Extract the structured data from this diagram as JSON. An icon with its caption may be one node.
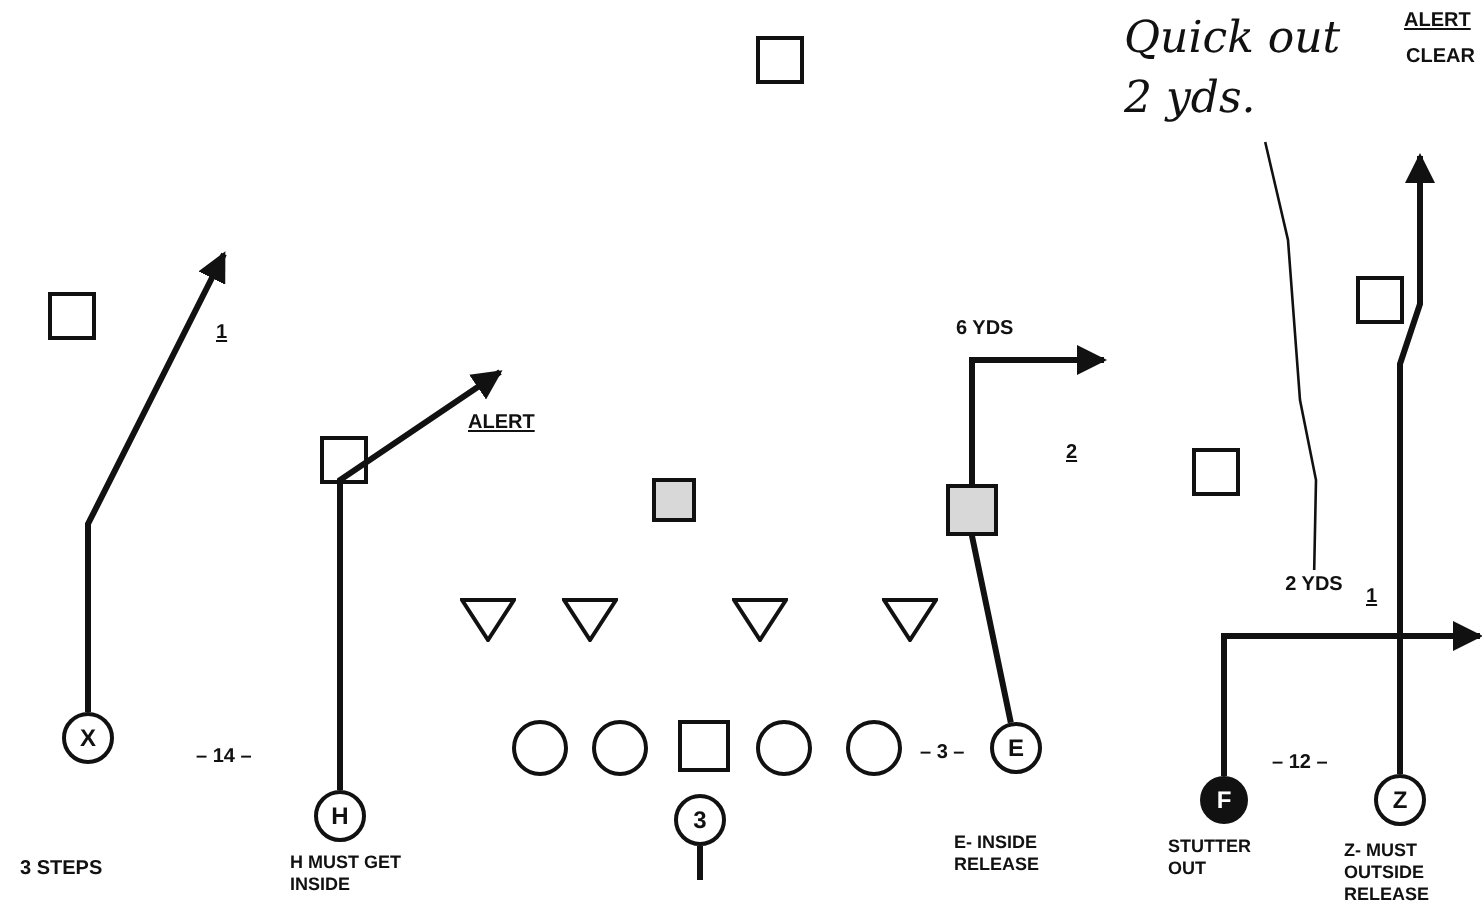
{
  "diagram": {
    "nodes": [
      {
        "text": [
          "Quick out 2 yds."
        ]
      },
      {
        "text": [],
        "shape": "box"
      },
      {
        "text": [],
        "shape": "box"
      },
      {
        "text": [],
        "shape": "box"
      },
      {
        "text": [],
        "shape": "box"
      },
      {
        "text": [],
        "shape": "box"
      },
      {
        "text": [],
        "shape": "box"
      },
      {
        "text": [],
        "shape": "box"
      },
      {
        "text": [
          "2 YDS"
        ]
      },
      {
        "text": [],
        "shape": "triangle"
      },
      {
        "text": [],
        "shape": "triangle"
      },
      {
        "text": [],
        "shape": "triangle"
      },
      {
        "text": [],
        "shape": "triangle"
      },
      {
        "text": [
          "X"
        ]
      },
      {
        "text": [],
        "shape": "circle"
      },
      {
        "text": [],
        "shape": "circle"
      },
      {
        "text": [],
        "shape": "box"
      },
      {
        "text": [],
        "shape": "circle"
      },
      {
        "text": [],
        "shape": "circle"
      },
      {
        "text": [
          "E"
        ],
        "beside": [
          "E- INSIDE RELEASE"
        ]
      },
      {
        "text": [
          "F"
        ],
        "beside": [
          "STUTTER OUT"
        ]
      },
      {
        "text": [
          "Z"
        ],
        "beside": [
          "Z- MUST OUTSIDE RELEASE"
        ]
      },
      {
        "text": [
          "H"
        ],
        "beside": [
          "H MUST GET INSIDE"
        ]
      },
      {
        "text": [
          "3"
        ]
      }
    ],
    "edges": [
      {
        "from": 0,
        "to": 8,
        "arrow": "none"
      },
      {
        "from": 13,
        "to": null,
        "arrow": "to"
      },
      {
        "from": 22,
        "to": null,
        "arrow": "to"
      },
      {
        "from": 19,
        "to": null,
        "arrow": "to"
      },
      {
        "from": 20,
        "to": null,
        "arrow": "to"
      },
      {
        "from": 21,
        "to": null,
        "arrow": "to"
      },
      {
        "from": 23,
        "to": null,
        "arrow": "none"
      }
    ],
    "labels": [
      "3 STEPS",
      "1",
      "ALERT",
      "6 YDS",
      "2",
      "ALERT",
      "CLEAR",
      "1",
      "– 14 –",
      "– 3 –",
      "– 12 –"
    ]
  }
}
